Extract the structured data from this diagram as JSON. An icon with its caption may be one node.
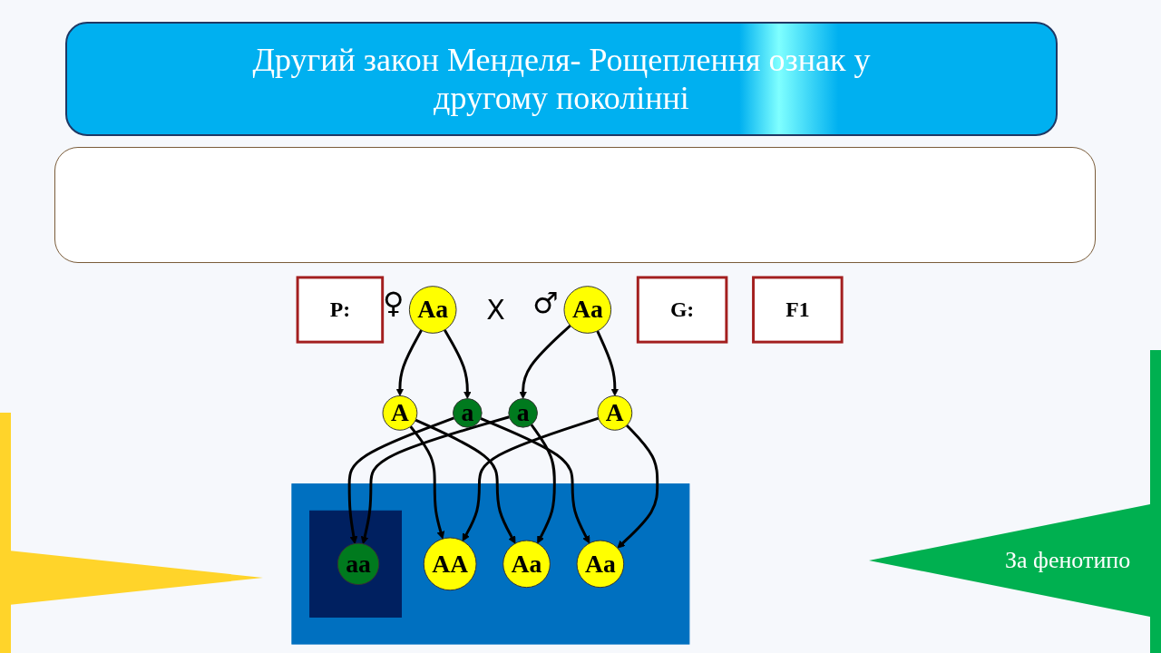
{
  "diagram": {
    "title": "Другий закон Менделя- Рощеплення ознак у другому поколінні",
    "nodes": [
      {
        "text": [
          "P:"
        ]
      },
      {
        "text": [
          "Aa"
        ],
        "beside": [
          "♀"
        ]
      },
      {
        "text": [
          "Aa"
        ],
        "beside": [
          "♂"
        ]
      },
      {
        "text": [
          "G:"
        ]
      },
      {
        "text": [
          "A"
        ]
      },
      {
        "text": [
          "a"
        ]
      },
      {
        "text": [
          "A"
        ]
      },
      {
        "text": [
          "a"
        ]
      },
      {
        "text": [
          "F1"
        ]
      },
      {
        "text": [],
        "shape": "box"
      },
      {
        "text": [
          "AA"
        ],
        "in": 9
      },
      {
        "text": [
          "Aa"
        ],
        "in": 9
      },
      {
        "text": [
          "Aa"
        ],
        "in": 9
      },
      {
        "text": [],
        "shape": "box",
        "in": 9
      },
      {
        "text": [
          "aa"
        ],
        "in": 13
      }
    ],
    "edges": [
      {
        "from": 1,
        "to": 4,
        "arrow": "to"
      },
      {
        "from": 1,
        "to": 5,
        "arrow": "to"
      },
      {
        "from": 2,
        "to": 6,
        "arrow": "to"
      },
      {
        "from": 2,
        "to": 7,
        "arrow": "to"
      },
      {
        "from": 4,
        "to": 10,
        "arrow": "to"
      },
      {
        "from": 4,
        "to": 11,
        "arrow": "to"
      },
      {
        "from": 5,
        "to": 12,
        "arrow": "to"
      },
      {
        "from": 5,
        "to": 14,
        "arrow": "to"
      },
      {
        "from": 6,
        "to": 10,
        "arrow": "to"
      },
      {
        "from": 6,
        "to": 12,
        "arrow": "to"
      },
      {
        "from": 7,
        "to": 11,
        "arrow": "to"
      },
      {
        "from": 7,
        "to": 14,
        "arrow": "to"
      }
    ],
    "labels": [
      "X",
      "За фенотипо"
    ]
  }
}
